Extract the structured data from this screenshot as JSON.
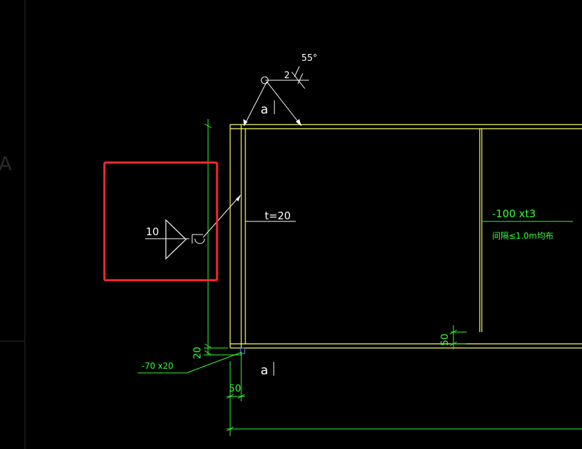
{
  "drawing": {
    "weld_angle": "55°",
    "weld_gap": "2",
    "section_mark_top": "a",
    "section_mark_bottom": "a",
    "plate_thickness": "t=20",
    "fillet_weld_size": "10",
    "stiffener_label": "-100 xt3",
    "stiffener_spacing_note": "间隔≤1.0m均布",
    "dim_20": "20",
    "dim_50_bottom": "50",
    "dim_50_right": "50",
    "bar_label": "-70 x20",
    "side_letter": "A"
  },
  "colors": {
    "background": "#000000",
    "outline": "#ffff66",
    "dimension": "#33ff33",
    "annotation": "#ffffff",
    "highlight": "#ff2a2a"
  }
}
